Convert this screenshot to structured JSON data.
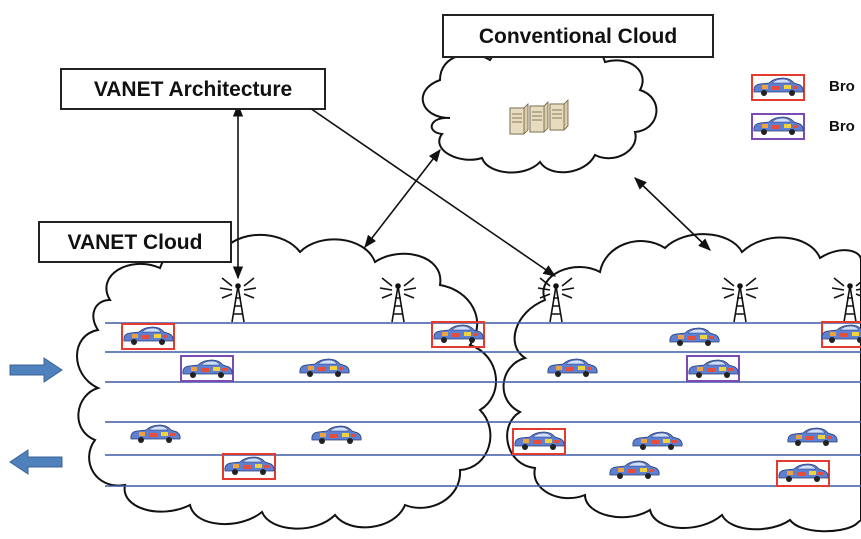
{
  "labels": {
    "conventional_cloud": "Conventional Cloud",
    "vanet_architecture": "VANET Architecture",
    "vanet_cloud": "VANET Cloud"
  },
  "legend": [
    {
      "text": "Bro",
      "box_color": "#e53a2e"
    },
    {
      "text": "Bro",
      "box_color": "#7b4bb3"
    }
  ],
  "colors": {
    "lane_line": "#3b5ba8",
    "arrow_fill": "#4f81bd",
    "highlight_red": "#e53a2e",
    "highlight_purple": "#7b4bb3",
    "outline": "#111111"
  },
  "icons": [
    "server-rack-icon",
    "cell-tower-icon",
    "car-icon",
    "traffic-direction-arrow"
  ]
}
